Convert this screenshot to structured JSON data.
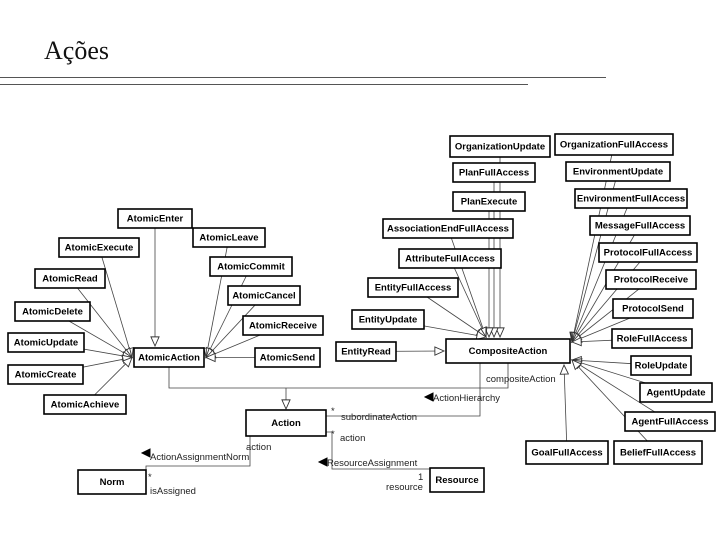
{
  "slide": {
    "title": "Ações"
  },
  "classes": [
    {
      "id": "AtomicEnter",
      "label": "AtomicEnter"
    },
    {
      "id": "AtomicLeave",
      "label": "AtomicLeave"
    },
    {
      "id": "AtomicExecute",
      "label": "AtomicExecute"
    },
    {
      "id": "AtomicCommit",
      "label": "AtomicCommit"
    },
    {
      "id": "AtomicRead",
      "label": "AtomicRead"
    },
    {
      "id": "AtomicCancel",
      "label": "AtomicCancel"
    },
    {
      "id": "AtomicDelete",
      "label": "AtomicDelete"
    },
    {
      "id": "AtomicReceive",
      "label": "AtomicReceive"
    },
    {
      "id": "AtomicUpdate",
      "label": "AtomicUpdate"
    },
    {
      "id": "AtomicAction",
      "label": "AtomicAction"
    },
    {
      "id": "AtomicSend",
      "label": "AtomicSend"
    },
    {
      "id": "AtomicCreate",
      "label": "AtomicCreate"
    },
    {
      "id": "AtomicAchieve",
      "label": "AtomicAchieve"
    },
    {
      "id": "OrganizationUpdate",
      "label": "OrganizationUpdate"
    },
    {
      "id": "OrganizationFullAccess",
      "label": "OrganizationFullAccess"
    },
    {
      "id": "PlanFullAccess",
      "label": "PlanFullAccess"
    },
    {
      "id": "EnvironmentUpdate",
      "label": "EnvironmentUpdate"
    },
    {
      "id": "PlanExecute",
      "label": "PlanExecute"
    },
    {
      "id": "EnvironmentFullAccess",
      "label": "EnvironmentFullAccess"
    },
    {
      "id": "AssociationEndFullAccess",
      "label": "AssociationEndFullAccess"
    },
    {
      "id": "MessageFullAccess",
      "label": "MessageFullAccess"
    },
    {
      "id": "AttributeFullAccess",
      "label": "AttributeFullAccess"
    },
    {
      "id": "ProtocolFullAccess",
      "label": "ProtocolFullAccess"
    },
    {
      "id": "EntityFullAccess",
      "label": "EntityFullAccess"
    },
    {
      "id": "ProtocolReceive",
      "label": "ProtocolReceive"
    },
    {
      "id": "ProtocolSend",
      "label": "ProtocolSend"
    },
    {
      "id": "EntityUpdate",
      "label": "EntityUpdate"
    },
    {
      "id": "RoleFullAccess",
      "label": "RoleFullAccess"
    },
    {
      "id": "EntityRead",
      "label": "EntityRead"
    },
    {
      "id": "CompositeAction",
      "label": "CompositeAction"
    },
    {
      "id": "RoleUpdate",
      "label": "RoleUpdate"
    },
    {
      "id": "AgentUpdate",
      "label": "AgentUpdate"
    },
    {
      "id": "AgentFullAccess",
      "label": "AgentFullAccess"
    },
    {
      "id": "GoalFullAccess",
      "label": "GoalFullAccess"
    },
    {
      "id": "BeliefFullAccess",
      "label": "BeliefFullAccess"
    },
    {
      "id": "Action",
      "label": "Action"
    },
    {
      "id": "Norm",
      "label": "Norm"
    },
    {
      "id": "Resource",
      "label": "Resource"
    }
  ],
  "relations": [
    {
      "name": "ActionHierarchy",
      "end_labels": [
        "compositeAction",
        "subordinateAction"
      ],
      "multiplicity": "*"
    },
    {
      "name": "ActionAssignmentNorm",
      "end_labels": [
        "action",
        "isAssigned"
      ],
      "multiplicity": "*"
    },
    {
      "name": "ResourceAssignment",
      "end_labels": [
        "action",
        "resource"
      ],
      "multiplicity": "*"
    }
  ],
  "annotations": [
    {
      "text": "compositeAction"
    },
    {
      "text": "ActionHierarchy"
    },
    {
      "text": "subordinateAction"
    },
    {
      "text": "action"
    },
    {
      "text": "action"
    },
    {
      "text": "ActionAssignmentNorm"
    },
    {
      "text": "ResourceAssignment"
    },
    {
      "text": "resource"
    },
    {
      "text": "isAssigned"
    },
    {
      "text": "*"
    },
    {
      "text": "*"
    },
    {
      "text": "*"
    },
    {
      "text": "1"
    }
  ]
}
